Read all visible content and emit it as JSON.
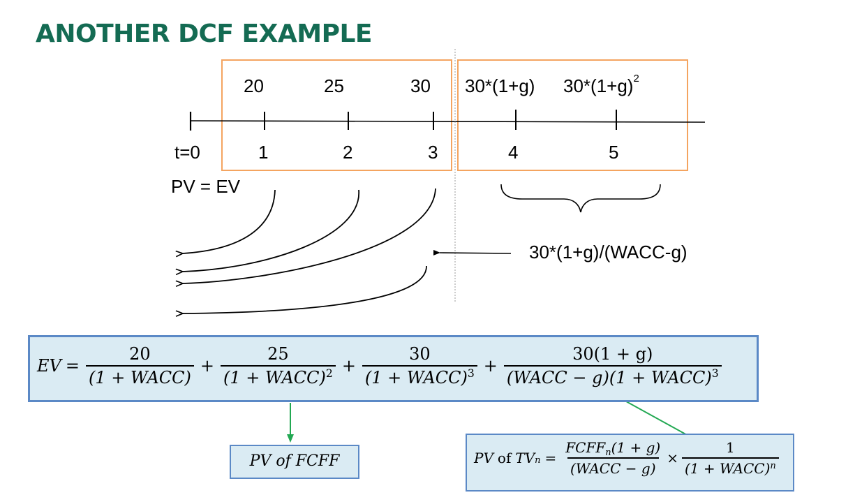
{
  "title": "ANOTHER DCF EXAMPLE",
  "timeline": {
    "cash_flows": [
      "20",
      "25",
      "30",
      "30*(1+g)",
      "30*(1+g)"
    ],
    "cash_flow_5_exponent": "2",
    "periods": [
      "t=0",
      "1",
      "2",
      "3",
      "4",
      "5"
    ]
  },
  "pv_label": "PV = EV",
  "terminal_value_label": "30*(1+g)/(WACC-g)",
  "ev_formula": {
    "lhs": "EV",
    "eq": "=",
    "plus": "+",
    "terms": [
      {
        "num": "20",
        "den": "(1 + WACC)",
        "den_exp": ""
      },
      {
        "num": "25",
        "den": "(1 + WACC)",
        "den_exp": "2"
      },
      {
        "num": "30",
        "den": "(1 + WACC)",
        "den_exp": "3"
      },
      {
        "num": "30(1 + g)",
        "den": "(WACC − g)(1 + WACC)",
        "den_exp": "3"
      }
    ]
  },
  "pv_fcff_box": {
    "label": "PV of FCFF"
  },
  "pv_tv_box": {
    "lhs_pv": "PV",
    "lhs_of": "of",
    "lhs_tv": "TV",
    "lhs_sub": "n",
    "eq": "=",
    "frac1_num": "FCFF",
    "frac1_num_sub": "n",
    "frac1_num_tail": "(1 + g)",
    "frac1_den": "(WACC − g)",
    "times": "×",
    "frac2_num": "1",
    "frac2_den": "(1 + WACC)",
    "frac2_den_exp": "n"
  },
  "colors": {
    "title": "#146b53",
    "highlight_box_border": "#f4a460",
    "formula_box_fill": "#daebf3",
    "formula_box_border": "#5b89c6",
    "connector_arrow": "#22a852"
  }
}
